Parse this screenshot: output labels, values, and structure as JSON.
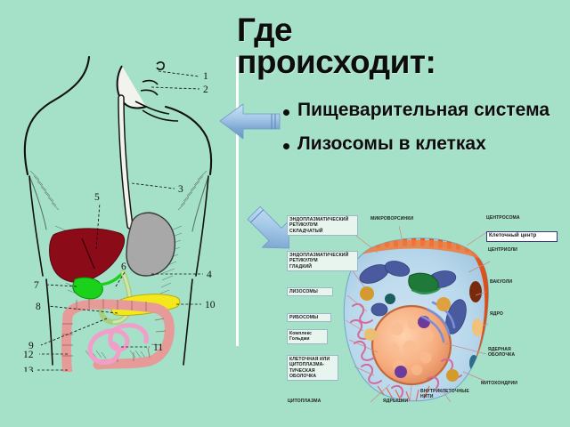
{
  "slide": {
    "background_color": "#a5e0c9",
    "title": "Где\nпроисходит:",
    "divider_color": "#ffffff"
  },
  "bullets": [
    {
      "text": "Пищеварительная система"
    },
    {
      "text": "Лизосомы в клетках"
    }
  ],
  "arrows": [
    {
      "name": "arrow-left",
      "direction": "left",
      "color": "#9cc3e5"
    },
    {
      "name": "arrow-diagonal",
      "direction": "down-right",
      "color": "#9cc3e5"
    }
  ],
  "anatomy_diagram": {
    "name": "digestive-system-diagram",
    "numbers": [
      "1",
      "2",
      "3",
      "4",
      "5",
      "6",
      "7",
      "8",
      "9",
      "10",
      "11",
      "12",
      "13"
    ],
    "organ_colors": {
      "liver": "#8b0b18",
      "gallbladder": "#19d219",
      "pancreas": "#f2e81c",
      "stomach": "#a8a8a8",
      "large_intestine": "#e79b98",
      "small_intestine": "#f0a0c8",
      "duodenum": "#c7e39b",
      "esophagus": "#f0f0ea"
    }
  },
  "cell_diagram": {
    "name": "animal-cell-diagram",
    "labels_left": [
      "ЭНДОПЛАЗМАТИЧЕСКИЙ\nРЕТИКУЛУМ\nСКЛАДЧАТЫЙ",
      "ЭНДОПЛАЗМАТИЧЕСКИЙ\nРЕТИКУЛУМ\nГЛАДКИЙ",
      "ЛИЗОСОМЫ",
      "РИБОСОМЫ",
      "Комплекс\nГольджи",
      "КЛЕТОЧНАЯ ИЛИ\nЦИТОПЛАЗМА-\nТИЧЕСКАЯ\nОБОЛОЧКА",
      "ЦИТОПЛАЗМА"
    ],
    "labels_top": [
      "МИКРОВОРСИНКИ"
    ],
    "labels_right": [
      "ЦЕНТРОСОМА",
      "Клеточный центр",
      "ЦЕНТРИОЛИ",
      "ВАКУОЛИ",
      "ЯДРО",
      "ЯДЕРНАЯ\nОБОЛОЧКА",
      "МИТОХОНДРИИ"
    ],
    "labels_bottom": [
      "ЯДРЫШКИ",
      "ВНУТРИКЛЕТОЧНЫЕ\nНИТИ"
    ]
  }
}
